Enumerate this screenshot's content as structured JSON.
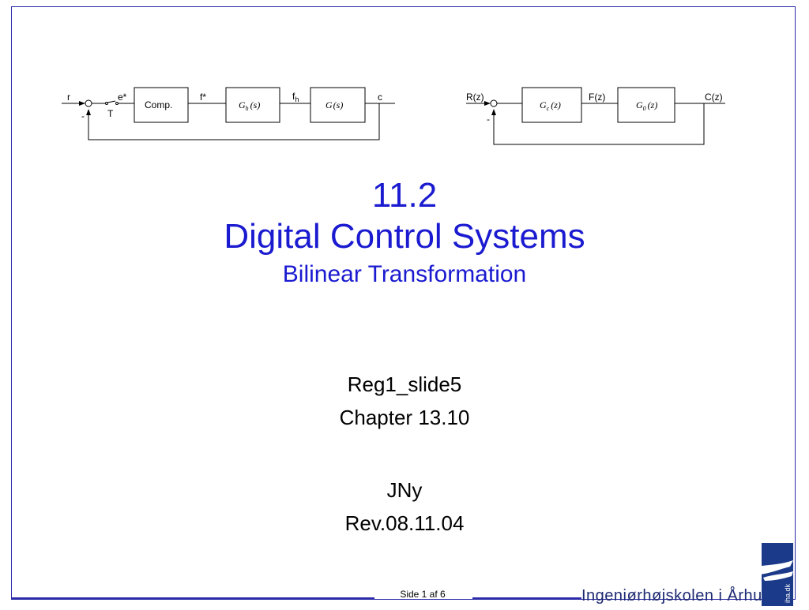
{
  "diagram1": {
    "labels": {
      "r": "r",
      "e_star": "e*",
      "f_star": "f*",
      "c": "c",
      "minus": "-",
      "sampler": "T"
    },
    "fh_main": "f",
    "fh_sub": "h",
    "comp_block": "Comp.",
    "gh_G": "G",
    "gh_sub": "h",
    "gh_arg": "(s)",
    "g_G": "G",
    "g_arg": "(s)"
  },
  "diagram2": {
    "labels": {
      "R": "R(z)",
      "F": "F(z)",
      "C": "C(z)",
      "minus": "-"
    },
    "gc_G": "G",
    "gc_sub": "c",
    "gc_arg": "(z)",
    "g0_G": "G",
    "g0_sub": "0",
    "g0_arg": "(z)"
  },
  "title": {
    "number": "11.2",
    "main": "Digital Control Systems",
    "subtitle": "Bilinear Transformation"
  },
  "info": {
    "line1": "Reg1_slide5",
    "line2": "Chapter 13.10",
    "line3": "JNy",
    "line4": "Rev.08.11.04"
  },
  "footer": {
    "page": "Side 1 af 6",
    "school": "Ingeniørhøjskolen i Århus",
    "logo_text": "iha.dk"
  },
  "colors": {
    "accent": "#1a1ad0",
    "frame": "#2a2aa8",
    "logo": "#1c3a8a"
  }
}
